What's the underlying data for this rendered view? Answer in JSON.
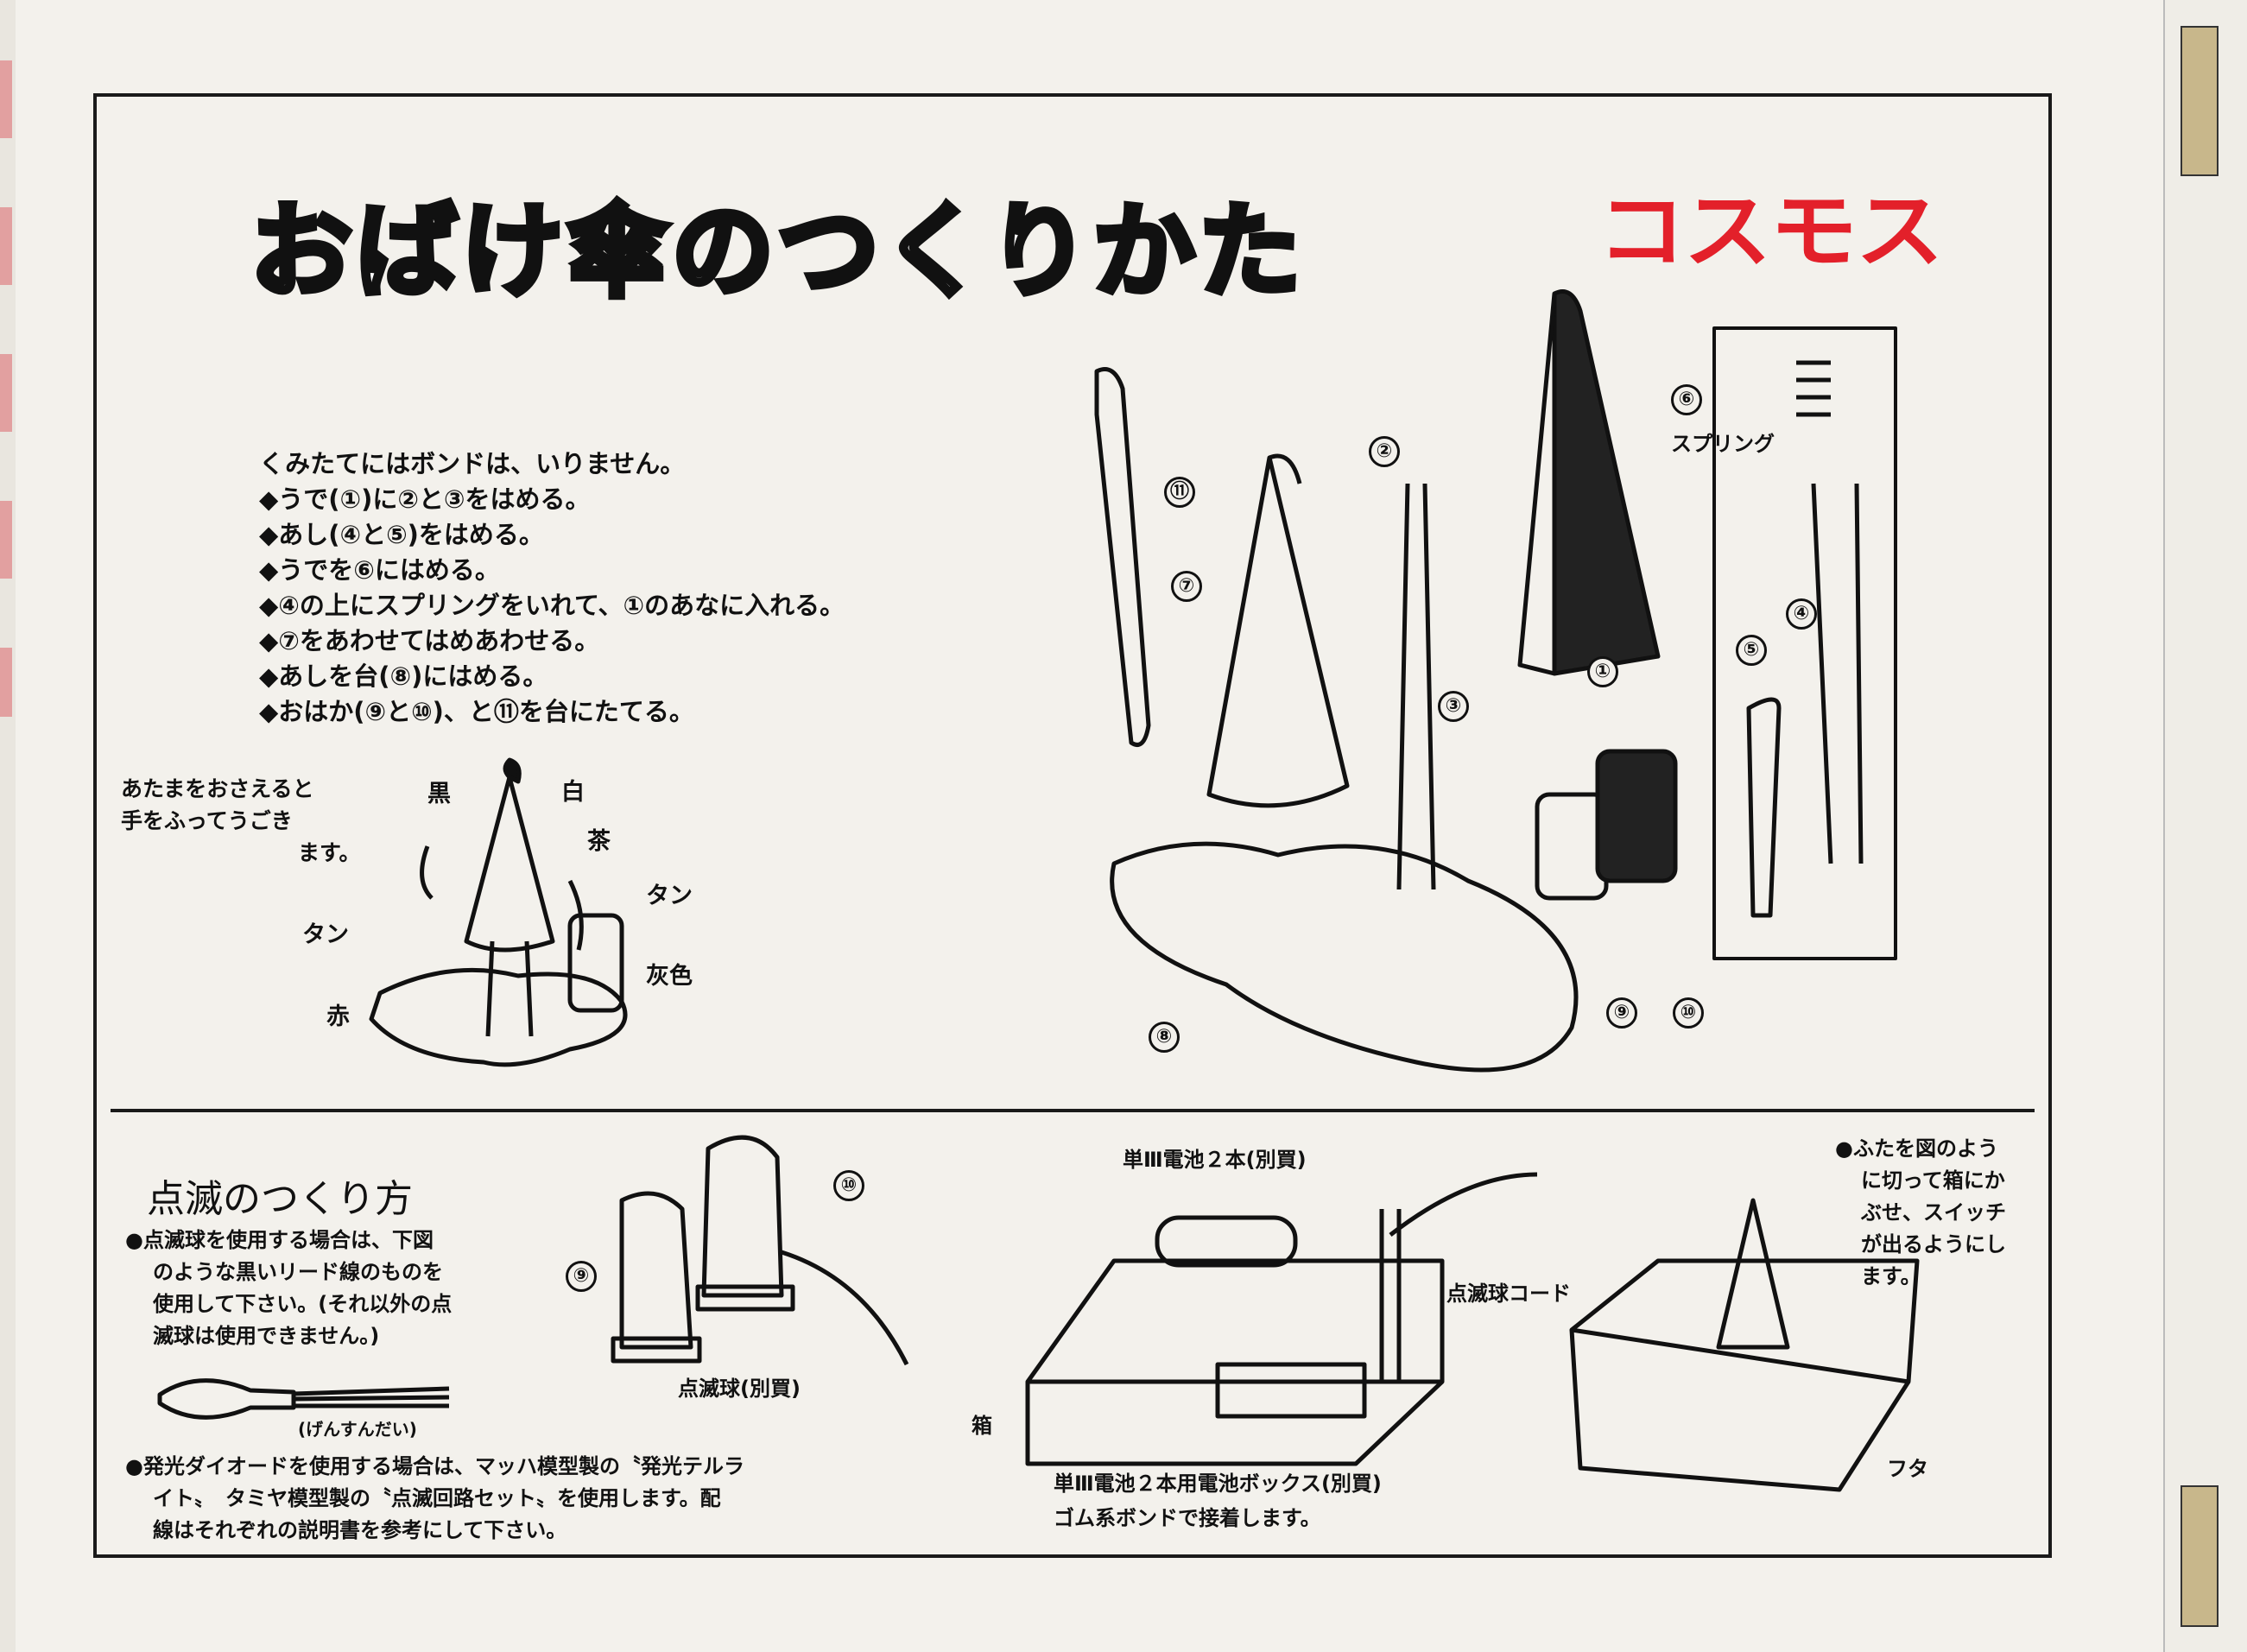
{
  "title": "おばけ傘のつくりかた",
  "brand": {
    "name": "コスモス",
    "color": "#e3202a"
  },
  "instructions": {
    "intro": "くみたてにはボンドは、いりません。",
    "steps": [
      "◆うで(①)に②と③をはめる。",
      "◆あし(④と⑤)をはめる。",
      "◆うでを⑥にはめる。",
      "◆④の上にスプリングをいれて、①のあなに入れる。",
      "◆⑦をあわせてはめあわせる。",
      "◆あしを台(⑧)にはめる。",
      "◆おはか(⑨と⑩)、と⑪を台にたてる。"
    ]
  },
  "motion_note": [
    "あたまをおさえると",
    "手をふってうごき",
    "ます。"
  ],
  "color_labels": {
    "black": "黒",
    "white": "白",
    "brown": "茶",
    "tan1": "タン",
    "tan2": "タン",
    "gray": "灰色",
    "red": "赤"
  },
  "diagram_labels": {
    "spring": "スプリング"
  },
  "part_numbers": [
    "①",
    "②",
    "③",
    "④",
    "⑤",
    "⑥",
    "⑦",
    "⑧",
    "⑨",
    "⑩",
    "⑪"
  ],
  "blink": {
    "heading": "点滅のつくり方",
    "bullet1": [
      "●点滅球を使用する場合は、下図",
      "のような黒いリード線のものを",
      "使用して下さい。(それ以外の点",
      "滅球は使用できません。)"
    ],
    "bulb_caption": "(げんすんだい)",
    "bullet2": [
      "●発光ダイオードを使用する場合は、マッハ模型製の〝発光テルラ",
      "イト〟　タミヤ模型製の〝点滅回路セット〟を使用します。配",
      "線はそれぞれの説明書を参考にして下さい。"
    ],
    "bulb_label": "点滅球(別買)",
    "label_9": "⑨",
    "label_10": "⑩"
  },
  "battery": {
    "batteries": "単Ⅲ電池２本(別買)",
    "cord": "点滅球コード",
    "box": "箱",
    "battery_box": "単Ⅲ電池２本用電池ボックス(別買)",
    "glue": "ゴム系ボンドで接着します。"
  },
  "lid": {
    "note": [
      "●ふたを図のよう",
      "に切って箱にか",
      "ぶせ、スイッチ",
      "が出るようにし",
      "ます。"
    ],
    "label": "フタ"
  }
}
